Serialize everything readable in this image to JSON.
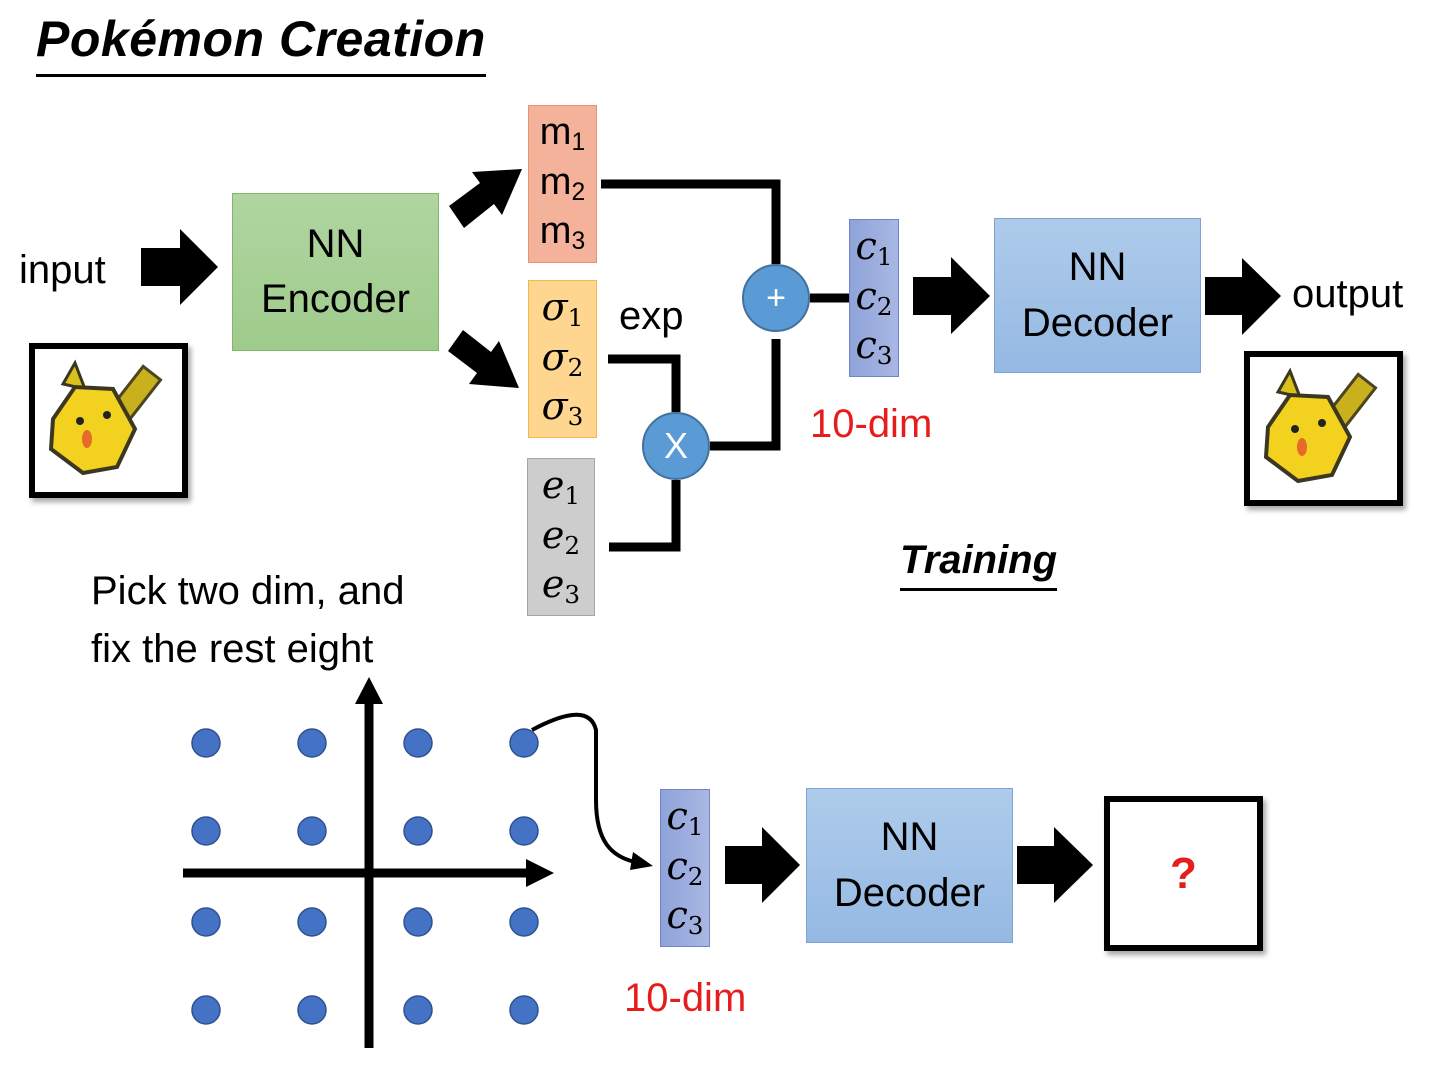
{
  "title": "Pokémon Creation",
  "training_label": "Training",
  "input_label": "input",
  "output_label": "output",
  "encoder": {
    "line1": "NN",
    "line2": "Encoder",
    "color": "#a9d18e"
  },
  "decoder_training": {
    "line1": "NN",
    "line2": "Decoder",
    "color": "#9dc3e6"
  },
  "decoder_generation": {
    "line1": "NN",
    "line2": "Decoder",
    "color": "#9dc3e6"
  },
  "mean_vector": {
    "items": [
      {
        "base": "m",
        "sub": "1"
      },
      {
        "base": "m",
        "sub": "2"
      },
      {
        "base": "m",
        "sub": "3"
      }
    ],
    "color": "#f4b183"
  },
  "sigma_vector": {
    "items": [
      {
        "base": "σ",
        "sub": "1"
      },
      {
        "base": "σ",
        "sub": "2"
      },
      {
        "base": "σ",
        "sub": "3"
      }
    ],
    "color": "#ffd966"
  },
  "noise_vector": {
    "items": [
      {
        "base": "e",
        "sub": "1"
      },
      {
        "base": "e",
        "sub": "2"
      },
      {
        "base": "e",
        "sub": "3"
      }
    ],
    "color": "#c9c9c9"
  },
  "code_vector_training": {
    "items": [
      {
        "base": "c",
        "sub": "1"
      },
      {
        "base": "c",
        "sub": "2"
      },
      {
        "base": "c",
        "sub": "3"
      }
    ],
    "color": "#8faadc"
  },
  "code_vector_generation": {
    "items": [
      {
        "base": "c",
        "sub": "1"
      },
      {
        "base": "c",
        "sub": "2"
      },
      {
        "base": "c",
        "sub": "3"
      }
    ],
    "color": "#8faadc"
  },
  "exp_label": "exp",
  "plus_symbol": "+",
  "times_symbol": "X",
  "dim_label_training": "10-dim",
  "dim_label_generation": "10-dim",
  "dim_label_color": "#ff0000",
  "note": {
    "line1": "Pick two dim, and",
    "line2": "fix the rest eight"
  },
  "unknown_output": "?",
  "images": {
    "input": "pikachu-sprite",
    "output": "pikachu-sprite-reconstructed"
  },
  "latent_grid": {
    "rows": 4,
    "cols": 4,
    "point_color": "#4472c4",
    "selected": {
      "row": 0,
      "col": 3
    }
  }
}
